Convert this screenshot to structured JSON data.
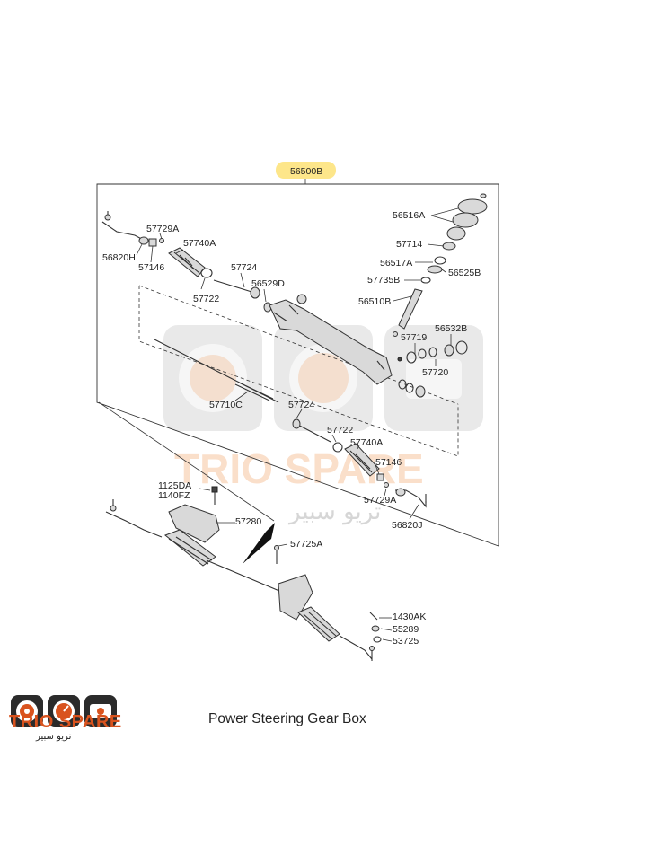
{
  "caption": "Power Steering Gear Box",
  "brand": {
    "name": "TRIO SPARE",
    "arabic": "تريو سبير"
  },
  "watermark": {
    "name": "TRIO SPARE",
    "arabic": "تريو سبير"
  },
  "assembly_label": "56500B",
  "colors": {
    "assembly_highlight": "#fde68a",
    "brand_orange": "#d9531e",
    "brand_dark": "#2b2b2b"
  },
  "labels": {
    "p56516A": "56516A",
    "p57729A_top": "57729A",
    "p57740A_top": "57740A",
    "p56820H": "56820H",
    "p57146_top": "57146",
    "p57724_top": "57724",
    "p57714": "57714",
    "p56517A": "56517A",
    "p56525B": "56525B",
    "p57735B": "57735B",
    "p56529D": "56529D",
    "p57722_top": "57722",
    "p56510B": "56510B",
    "p56532B": "56532B",
    "p57719": "57719",
    "p57720": "57720",
    "p57710C": "57710C",
    "p57724_mid": "57724",
    "p57722_mid": "57722",
    "p57740A_mid": "57740A",
    "p57146_mid": "57146",
    "p57729A_mid": "57729A",
    "p56820J": "56820J",
    "p1125DA": "1125DA",
    "p1140FZ": "1140FZ",
    "p57280": "57280",
    "p57725A": "57725A",
    "p1430AK": "1430AK",
    "p55289": "55289",
    "p53725": "53725"
  }
}
